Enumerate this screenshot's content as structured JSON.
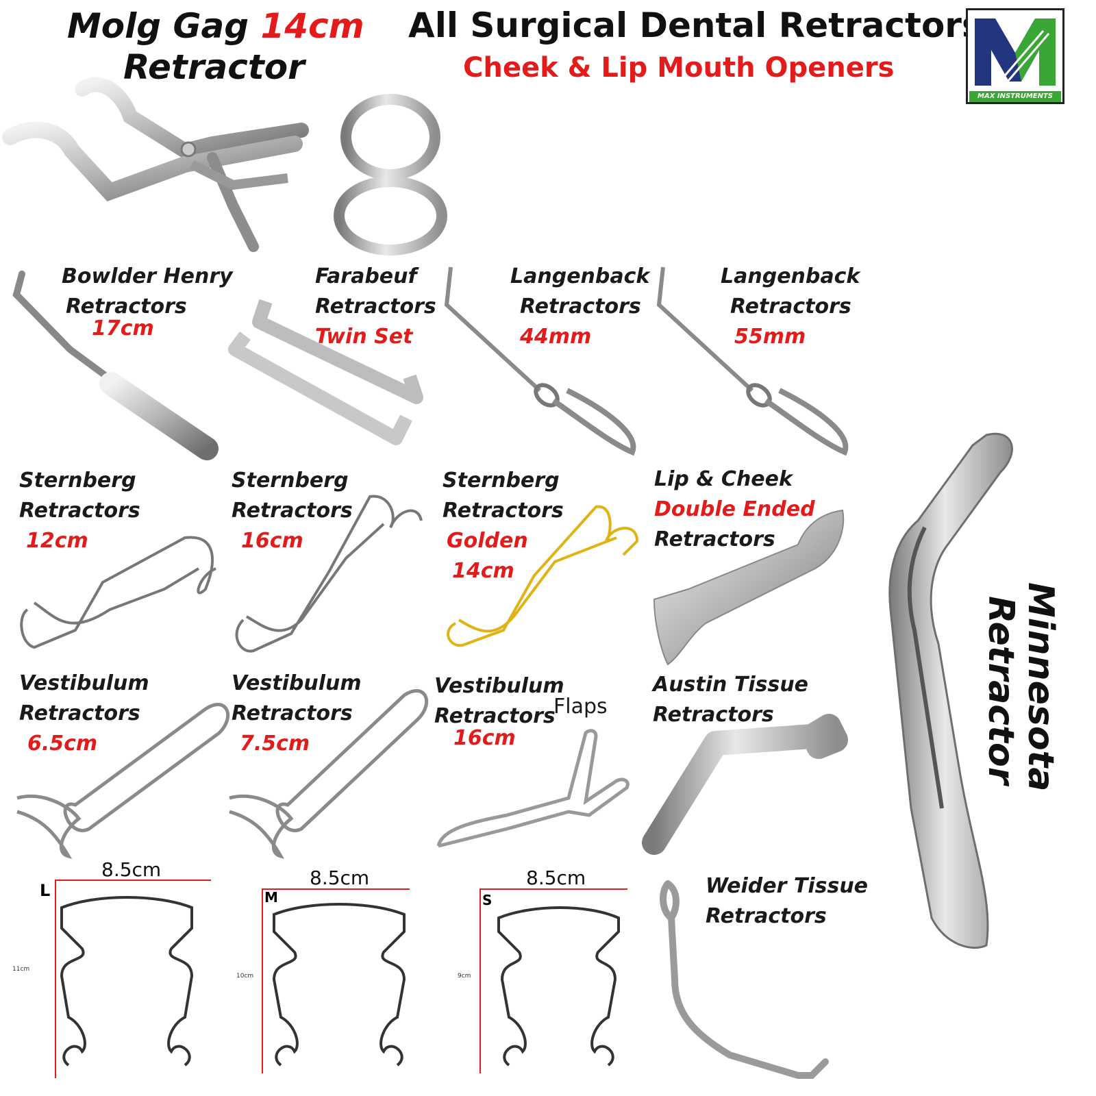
{
  "header": {
    "title": "All Surgical Dental Retractors",
    "subtitle": "Cheek & Lip Mouth Openers"
  },
  "logo": {
    "brand": "MAX INSTRUMENTS",
    "letter": "M",
    "colors": {
      "blue": "#24357f",
      "green": "#3aa635"
    }
  },
  "molg": {
    "line1_name": "Molg Gag",
    "line1_size": "14cm",
    "line2": "Retractor"
  },
  "minnesota": {
    "line1": "Minnesota",
    "line2": "Retractor"
  },
  "items": [
    {
      "name": "Bowlder Henry",
      "type": "Retractors",
      "size": "17cm"
    },
    {
      "name": "Farabeuf",
      "type": "Retractors",
      "size": "Twin Set"
    },
    {
      "name": "Langenback",
      "type": "Retractors",
      "size": "44mm"
    },
    {
      "name": "Langenback",
      "type": "Retractors",
      "size": "55mm"
    },
    {
      "name": "Sternberg",
      "type": "Retractors",
      "size": "12cm"
    },
    {
      "name": "Sternberg",
      "type": "Retractors",
      "size": "16cm"
    },
    {
      "name": "Sternberg",
      "type": "Retractors",
      "variant": "Golden",
      "size": "14cm"
    },
    {
      "name": "Lip & Cheek",
      "variant": "Double Ended",
      "type": "Retractors"
    },
    {
      "name": "Vestibulum",
      "type": "Retractors",
      "size": "6.5cm"
    },
    {
      "name": "Vestibulum",
      "type": "Retractors",
      "size": "7.5cm"
    },
    {
      "name": "Vestibulum",
      "type": "Retractors",
      "extra": "Flaps",
      "size": "16cm"
    },
    {
      "name": "Austin Tissue",
      "type": "Retractors"
    },
    {
      "name": "Weider Tissue",
      "type": "Retractors"
    }
  ],
  "cheek_retractors": [
    {
      "width": "8.5cm",
      "size_letter": "L",
      "height": "11cm"
    },
    {
      "width": "8.5cm",
      "size_letter": "M",
      "height": "10cm"
    },
    {
      "width": "8.5cm",
      "size_letter": "S",
      "height": "9cm"
    }
  ],
  "colors": {
    "accent_red": "#e41b1b",
    "steel": "#8a8a8a",
    "gold": "#e0b315"
  }
}
